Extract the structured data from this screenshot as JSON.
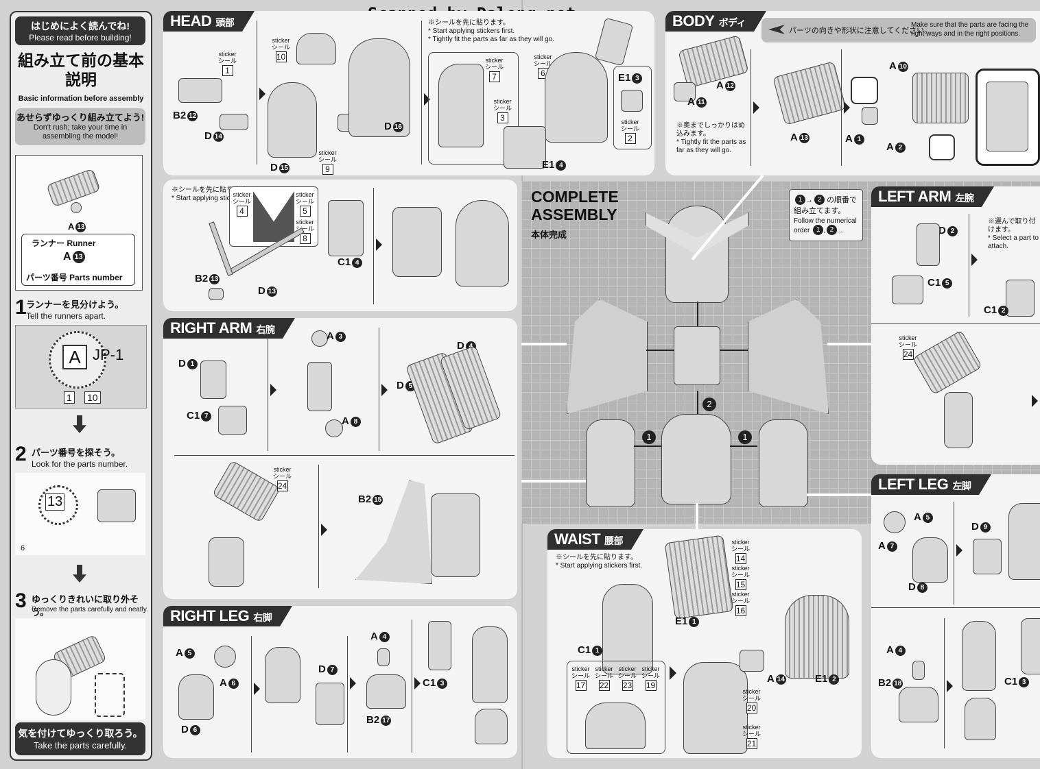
{
  "watermark": "Scanned by Dalong.net",
  "intro": {
    "jp_title": "はじめによく読んでね!",
    "en_title": "Please read before building!",
    "basic_jp": "組み立て前の基本説明",
    "basic_en": "Basic information before assembly",
    "rush_jp": "あせらずゆっくり組み立てよう!",
    "rush_en": "Don't rush; take your time in assembling the model!",
    "runner_jp": "ランナー",
    "runner_en": "Runner",
    "part_letter": "A",
    "part_num": "13",
    "parts_jp": "パーツ番号",
    "parts_en": "Parts number",
    "step1_num": "1",
    "step1_jp": "ランナーを見分けよう。",
    "step1_en": "Tell the runners apart.",
    "runner_code": "JP-1",
    "tag1": "1",
    "tag10": "10",
    "step2_num": "2",
    "step2_jp": "パーツ番号を探そう。",
    "step2_en": "Look for the parts number.",
    "tag13": "13",
    "tag6": "6",
    "step3_num": "3",
    "step3_jp": "ゆっくりきれいに取り外そう。",
    "step3_en": "Remove the parts carefully and neatly.",
    "careful_jp": "気を付けてゆっくり取ろう。",
    "careful_en": "Take the parts carefully."
  },
  "head": {
    "title": "HEAD",
    "title_jp": "頭部",
    "sticker_label": "sticker",
    "sticker_jp": "シール",
    "note_jp": "※シールを先に貼ります。",
    "note_en": "* Start applying stickers first.",
    "note2_en": "* Tightly fit the parts as far as they will go.",
    "note3_jp": "※シールを先に貼ります。",
    "note3_en": "* Start applying stickers first.",
    "s1": "1",
    "s10": "10",
    "s9": "9",
    "s7": "7",
    "s3": "3",
    "s6": "6",
    "s2": "2",
    "s4": "4",
    "s5": "5",
    "s8": "8",
    "b2_12": "B2",
    "n12": "12",
    "d14": "D",
    "n14": "14",
    "d15": "D",
    "n15": "15",
    "d16": "D",
    "n16": "16",
    "e1_3": "E1",
    "n3": "3",
    "e1_4": "E1",
    "n4": "4",
    "b2_13": "B2",
    "n13": "13",
    "d13": "D",
    "n13b": "13",
    "c1_4": "C1",
    "n4b": "4"
  },
  "body": {
    "title": "BODY",
    "title_jp": "ボディ",
    "info_jp": "パーツの向きや形状に注意してください。",
    "info_en": "Make sure that the parts are facing the right ways and in the right positions.",
    "a12": "A",
    "n12": "12",
    "a11": "A",
    "n11": "11",
    "a13": "A",
    "n13": "13",
    "a10": "A",
    "n10": "10",
    "a1": "A",
    "n1": "1",
    "a2": "A",
    "n2": "2",
    "tight_jp": "※奥までしっかりはめ込みます。",
    "tight_en": "* Tightly fit the parts as far as they will go."
  },
  "complete": {
    "title1": "COMPLETE",
    "title2": "ASSEMBLY",
    "title_jp": "本体完成",
    "order_jp": "の順番で組み立てます。",
    "order_en": "Follow the numerical order",
    "order_tail": "...",
    "n1": "1",
    "n2": "2"
  },
  "right_arm": {
    "title": "RIGHT ARM",
    "title_jp": "右腕",
    "d1": "D",
    "n1": "1",
    "c1_7": "C1",
    "n7": "7",
    "a3": "A",
    "n3": "3",
    "a8": "A",
    "n8": "8",
    "d4": "D",
    "n4": "4",
    "d5": "D",
    "n5": "5",
    "s24": "24",
    "b2_15": "B2",
    "n15": "15",
    "sticker_label": "sticker",
    "sticker_jp": "シール"
  },
  "right_leg": {
    "title": "RIGHT LEG",
    "title_jp": "右脚",
    "a5": "A",
    "n5": "5",
    "a6": "A",
    "n6": "6",
    "d6": "D",
    "n6b": "6",
    "d7": "D",
    "n7": "7",
    "a4": "A",
    "n4": "4",
    "b2_17": "B2",
    "n17": "17",
    "c1_3": "C1",
    "n3": "3"
  },
  "waist": {
    "title": "WAIST",
    "title_jp": "腰部",
    "note_jp": "※シールを先に貼ります。",
    "note_en": "* Start applying stickers first.",
    "sticker_label": "sticker",
    "sticker_jp": "シール",
    "s14": "14",
    "s15": "15",
    "s16": "16",
    "s17": "17",
    "s22": "22",
    "s23": "23",
    "s19": "19",
    "s20": "20",
    "s21": "21",
    "e1_1": "E1",
    "n1": "1",
    "c1_1": "C1",
    "n1b": "1",
    "a14": "A",
    "n14": "14",
    "e1_2": "E1",
    "n2": "2"
  },
  "left_arm": {
    "title": "LEFT ARM",
    "title_jp": "左腕",
    "d2": "D",
    "n2": "2",
    "c1_5": "C1",
    "n5": "5",
    "c1_2": "C1",
    "n2b": "2",
    "select_jp": "※選んで取り付けます。",
    "select_en": "* Select a part to attach.",
    "s24": "24",
    "sticker_label": "sticker",
    "sticker_jp": "シール"
  },
  "left_leg": {
    "title": "LEFT LEG",
    "title_jp": "左脚",
    "a5": "A",
    "n5": "5",
    "a7": "A",
    "n7": "7",
    "d8": "D",
    "n8": "8",
    "d9": "D",
    "n9": "9",
    "a4": "A",
    "n4": "4",
    "b2_18": "B2",
    "n18": "18",
    "c1_3": "C1",
    "n3": "3"
  }
}
